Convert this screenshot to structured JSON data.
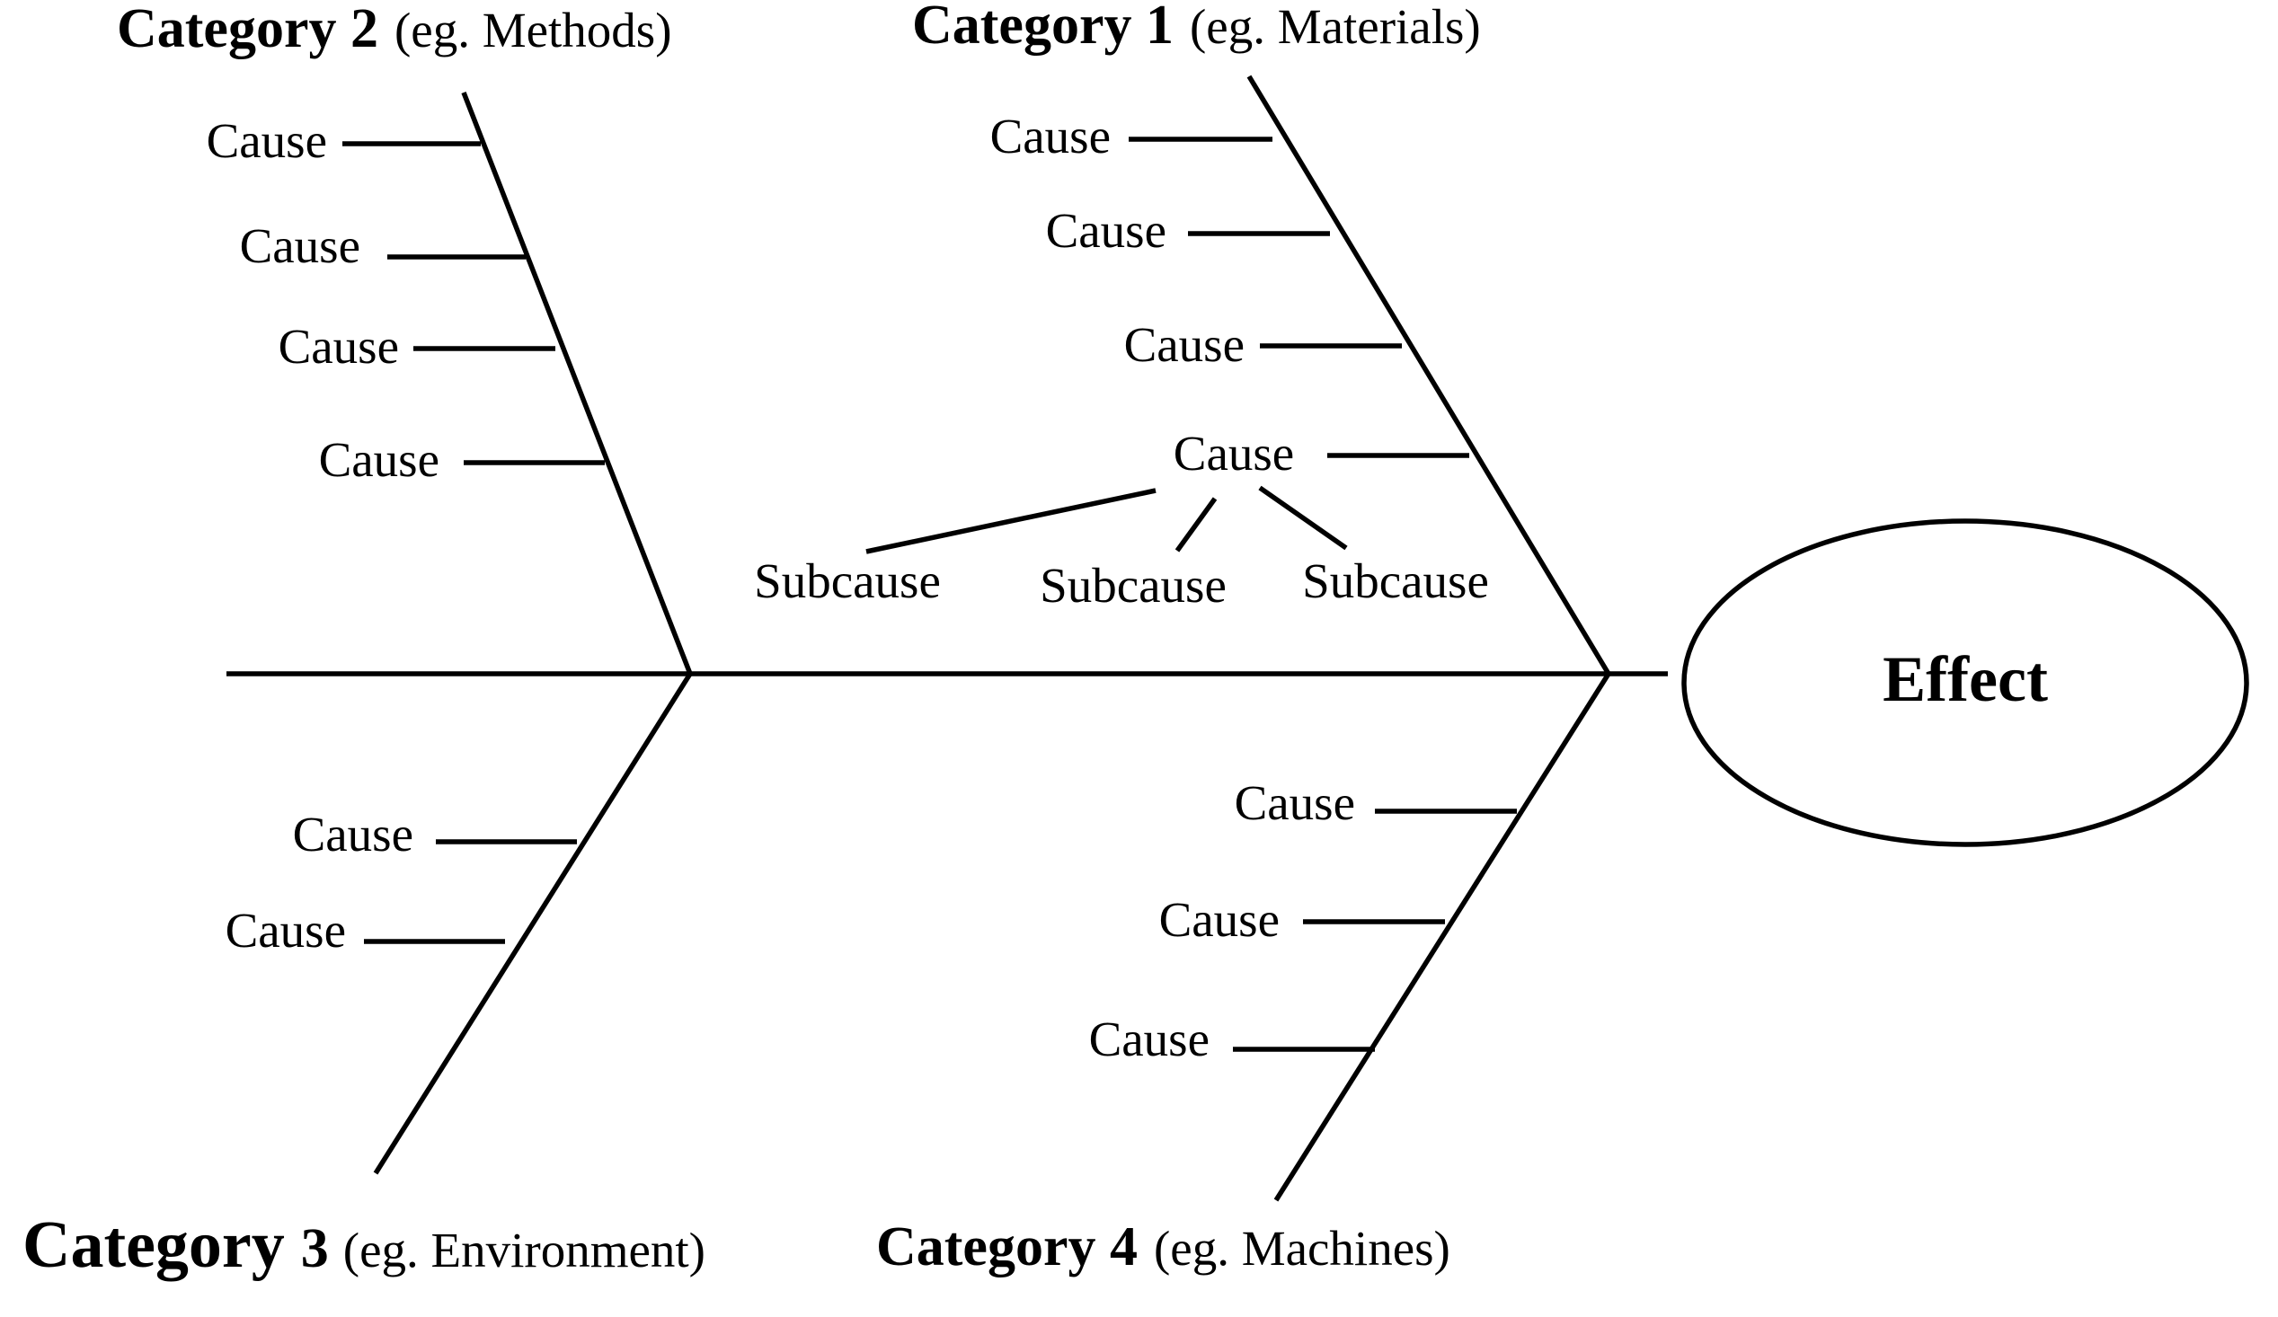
{
  "effect": {
    "label": "Effect"
  },
  "categories": [
    {
      "bold": "Category 1",
      "detail": "(eg. Materials)",
      "causes": [
        "Cause",
        "Cause",
        "Cause",
        "Cause"
      ],
      "subcauses": [
        "Subcause",
        "Subcause",
        "Subcause"
      ]
    },
    {
      "bold": "Category 2",
      "detail": "(eg. Methods)",
      "causes": [
        "Cause",
        "Cause",
        "Cause",
        "Cause"
      ]
    },
    {
      "bold": "Category",
      "bold_number": "3",
      "detail": "(eg. Environment)",
      "causes": [
        "Cause",
        "Cause"
      ]
    },
    {
      "bold": "Category 4",
      "detail": "(eg. Machines)",
      "causes": [
        "Cause",
        "Cause",
        "Cause"
      ]
    }
  ]
}
